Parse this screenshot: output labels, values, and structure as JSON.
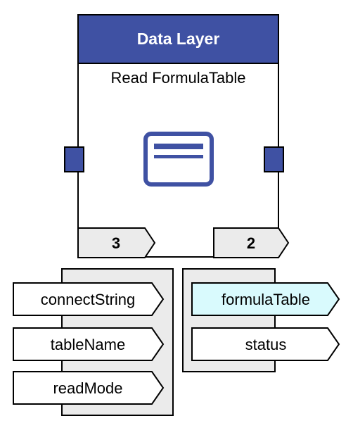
{
  "node": {
    "header": "Data Layer",
    "subtitle": "Read FormulaTable",
    "icon": "table-icon",
    "input_count": "3",
    "output_count": "2"
  },
  "inputs": [
    "connectString",
    "tableName",
    "readMode"
  ],
  "outputs": [
    {
      "label": "formulaTable",
      "highlighted": true
    },
    {
      "label": "status",
      "highlighted": false
    }
  ],
  "colors": {
    "header": "#3f51a3",
    "port": "#3f51a3",
    "panel": "#ebebeb",
    "tag": "#ebebeb",
    "highlight": "#d9fafd"
  }
}
